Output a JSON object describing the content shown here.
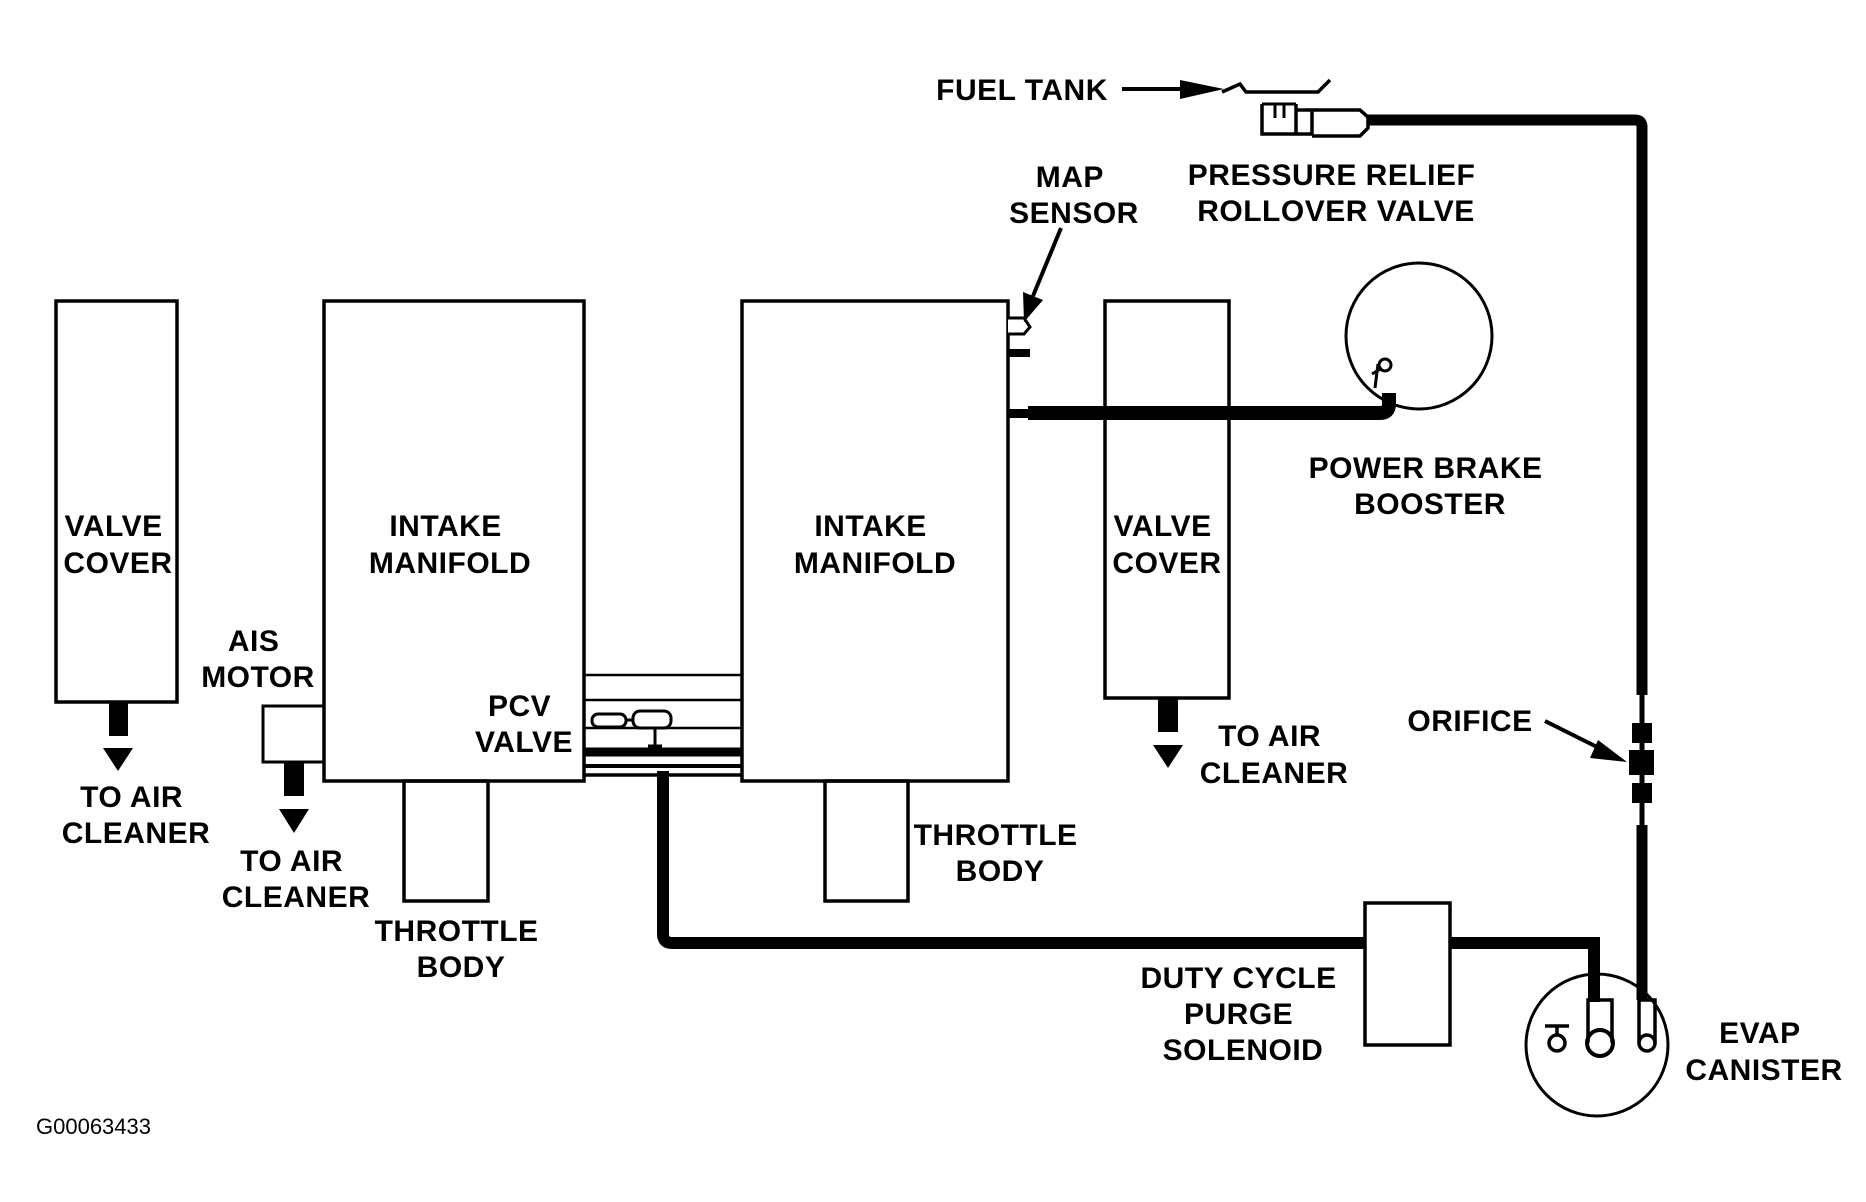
{
  "labels": {
    "valve_cover_left": [
      "VALVE",
      "COVER"
    ],
    "intake_manifold_left": [
      "INTAKE",
      "MANIFOLD"
    ],
    "intake_manifold_right": [
      "INTAKE",
      "MANIFOLD"
    ],
    "valve_cover_right": [
      "VALVE",
      "COVER"
    ],
    "to_air_cleaner_left": [
      "TO AIR",
      "CLEANER"
    ],
    "ais_motor": [
      "AIS",
      "MOTOR"
    ],
    "to_air_cleaner_ais": [
      "TO AIR",
      "CLEANER"
    ],
    "pcv_valve": [
      "PCV",
      "VALVE"
    ],
    "throttle_body_left": [
      "THROTTLE",
      "BODY"
    ],
    "throttle_body_right": [
      "THROTTLE",
      "BODY"
    ],
    "map_sensor": [
      "MAP",
      "SENSOR"
    ],
    "fuel_tank": "FUEL TANK",
    "pressure_relief": [
      "PRESSURE RELIEF",
      "ROLLOVER VALVE"
    ],
    "power_brake_booster": [
      "POWER BRAKE",
      "BOOSTER"
    ],
    "to_air_cleaner_right": [
      "TO AIR",
      "CLEANER"
    ],
    "orifice": "ORIFICE",
    "duty_cycle": [
      "DUTY CYCLE",
      "PURGE",
      "SOLENOID"
    ],
    "evap_canister": [
      "EVAP",
      "CANISTER"
    ]
  },
  "figure_id": "G00063433",
  "colors": {
    "line": "#000000",
    "background": "#ffffff"
  }
}
